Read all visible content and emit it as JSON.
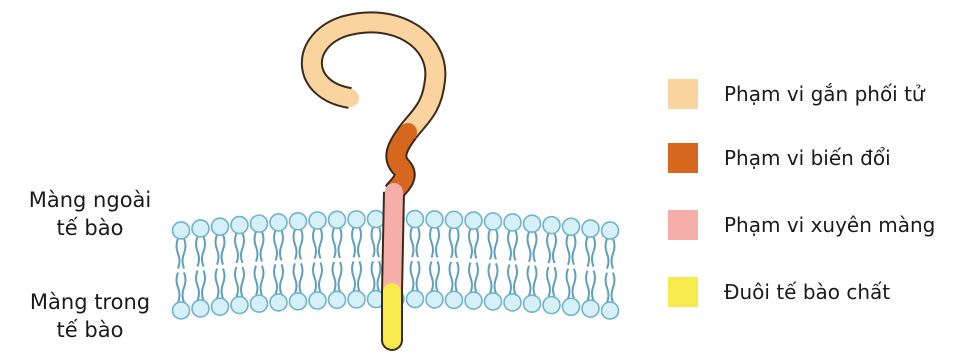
{
  "labels": {
    "outer_membrane": [
      "Màng ngoài",
      "tế bào"
    ],
    "inner_membrane": [
      "Màng trong",
      "tế bào"
    ]
  },
  "legend": [
    {
      "label": "Phạm vi gắn phối tử",
      "color": "#f9d49f"
    },
    {
      "label": "Phạm vi biến đổi",
      "color": "#d7661e"
    },
    {
      "label": "Phạm vi xuyên màng",
      "color": "#f5aeaa"
    },
    {
      "label": "Đuôi tế bào chất",
      "color": "#f7ea4c"
    }
  ],
  "colors": {
    "head_fill": "#d6f0f8",
    "head_stroke": "#6fb3cc",
    "tail_stroke": "#5e9fbf",
    "outline": "#3b2a1c"
  }
}
